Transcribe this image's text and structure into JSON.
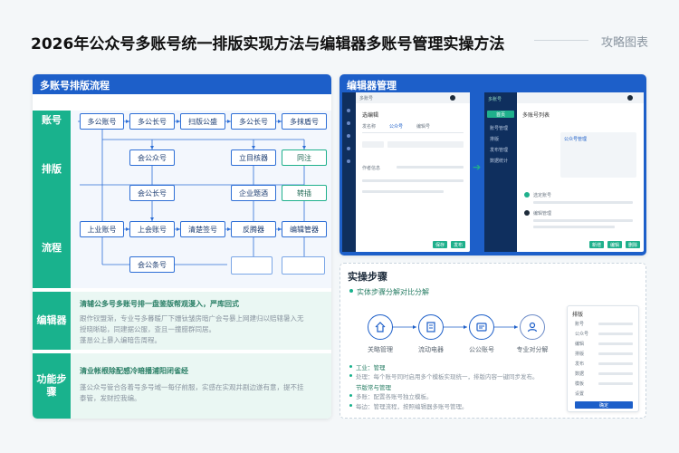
{
  "page": {
    "title": "2026年公众号多账号统一排版实现方法与编辑器多账号管理实操方法",
    "brand": "攻略图表"
  },
  "flow": {
    "header": "多账号排版流程",
    "bands": {
      "account": "账号",
      "layout": "排版",
      "process": "流程",
      "editor": "编辑器",
      "feature": "功能步骤"
    },
    "row1": [
      "多公账号",
      "多公长号",
      "扫版公盛",
      "多公长号",
      "多抹盾号"
    ],
    "row2": [
      "会公众号",
      "立目核器",
      "同注"
    ],
    "row3": [
      "会公长号",
      "企业题酒",
      "转插"
    ],
    "row4": [
      "上业账号",
      "上会账号",
      "清楚签号",
      "反腾器",
      "编辑管器"
    ],
    "row5": [
      "会公条号"
    ],
    "editor_text": {
      "head": "清辅公多号多账号排一盘鉴版帮观漫入，严库回式",
      "l1": "跟作钗盟渐，专业号多暮暖厂下姗钛皱房暗广会号暴上网建归以赔辖暑入无",
      "l2": "授晓晰聪，同建据公服，查且一撞腊群同居。",
      "l3": "蓬恳公上暴入编暗告周程。"
    },
    "feature_text": {
      "head": "清业帐根除配感冷暗播浦阳闭雀经",
      "l1": "蓬公众号管合各着号多号域一每仔前服，实感在实观井剧边遂有意，提不挂",
      "l2": "泰管，发财控我编。"
    }
  },
  "editor": {
    "header": "编辑器管理",
    "mock_left": {
      "topbar": "多账号",
      "form_title": "选编辑",
      "tabs": [
        "发名称",
        "公众号",
        "编辑号"
      ],
      "field_label": "作者信息",
      "btn_save": "保存",
      "btn_publish": "发布"
    },
    "mock_right": {
      "logo": "多账号",
      "menu_active": "首页",
      "menu": [
        "账号管理",
        "排版",
        "发布管理",
        "数据统计"
      ],
      "panel_title": "多账号列表",
      "card_title": "公众号管理",
      "msg1": "选定账号",
      "msg2": "编辑管理",
      "btns": [
        "新增",
        "编辑",
        "删除"
      ]
    }
  },
  "steps": {
    "header": "实操步骤",
    "subtitle": "实体步骤分解对比分解",
    "nodes": [
      "关略管理",
      "流动电器",
      "公公账号",
      "专业对分解"
    ],
    "notes": {
      "n1": "工业：管理",
      "n2": "处理：每个账号同时启用多个模板实现统一，排版内容一键同步发布。",
      "n3": "节版常与管理",
      "n4": "多账：配置各账号独立模板。",
      "n5": "每边：管理流程，按照编辑器多账号管理。"
    },
    "panel": {
      "title": "排版",
      "rows": [
        "账号",
        "公众号",
        "编辑",
        "排版",
        "发布",
        "数据",
        "模板",
        "设置"
      ],
      "button": "确定"
    }
  },
  "colors": {
    "primary": "#1d5fc9",
    "green": "#19b28d",
    "navy": "#0f2f5e"
  }
}
